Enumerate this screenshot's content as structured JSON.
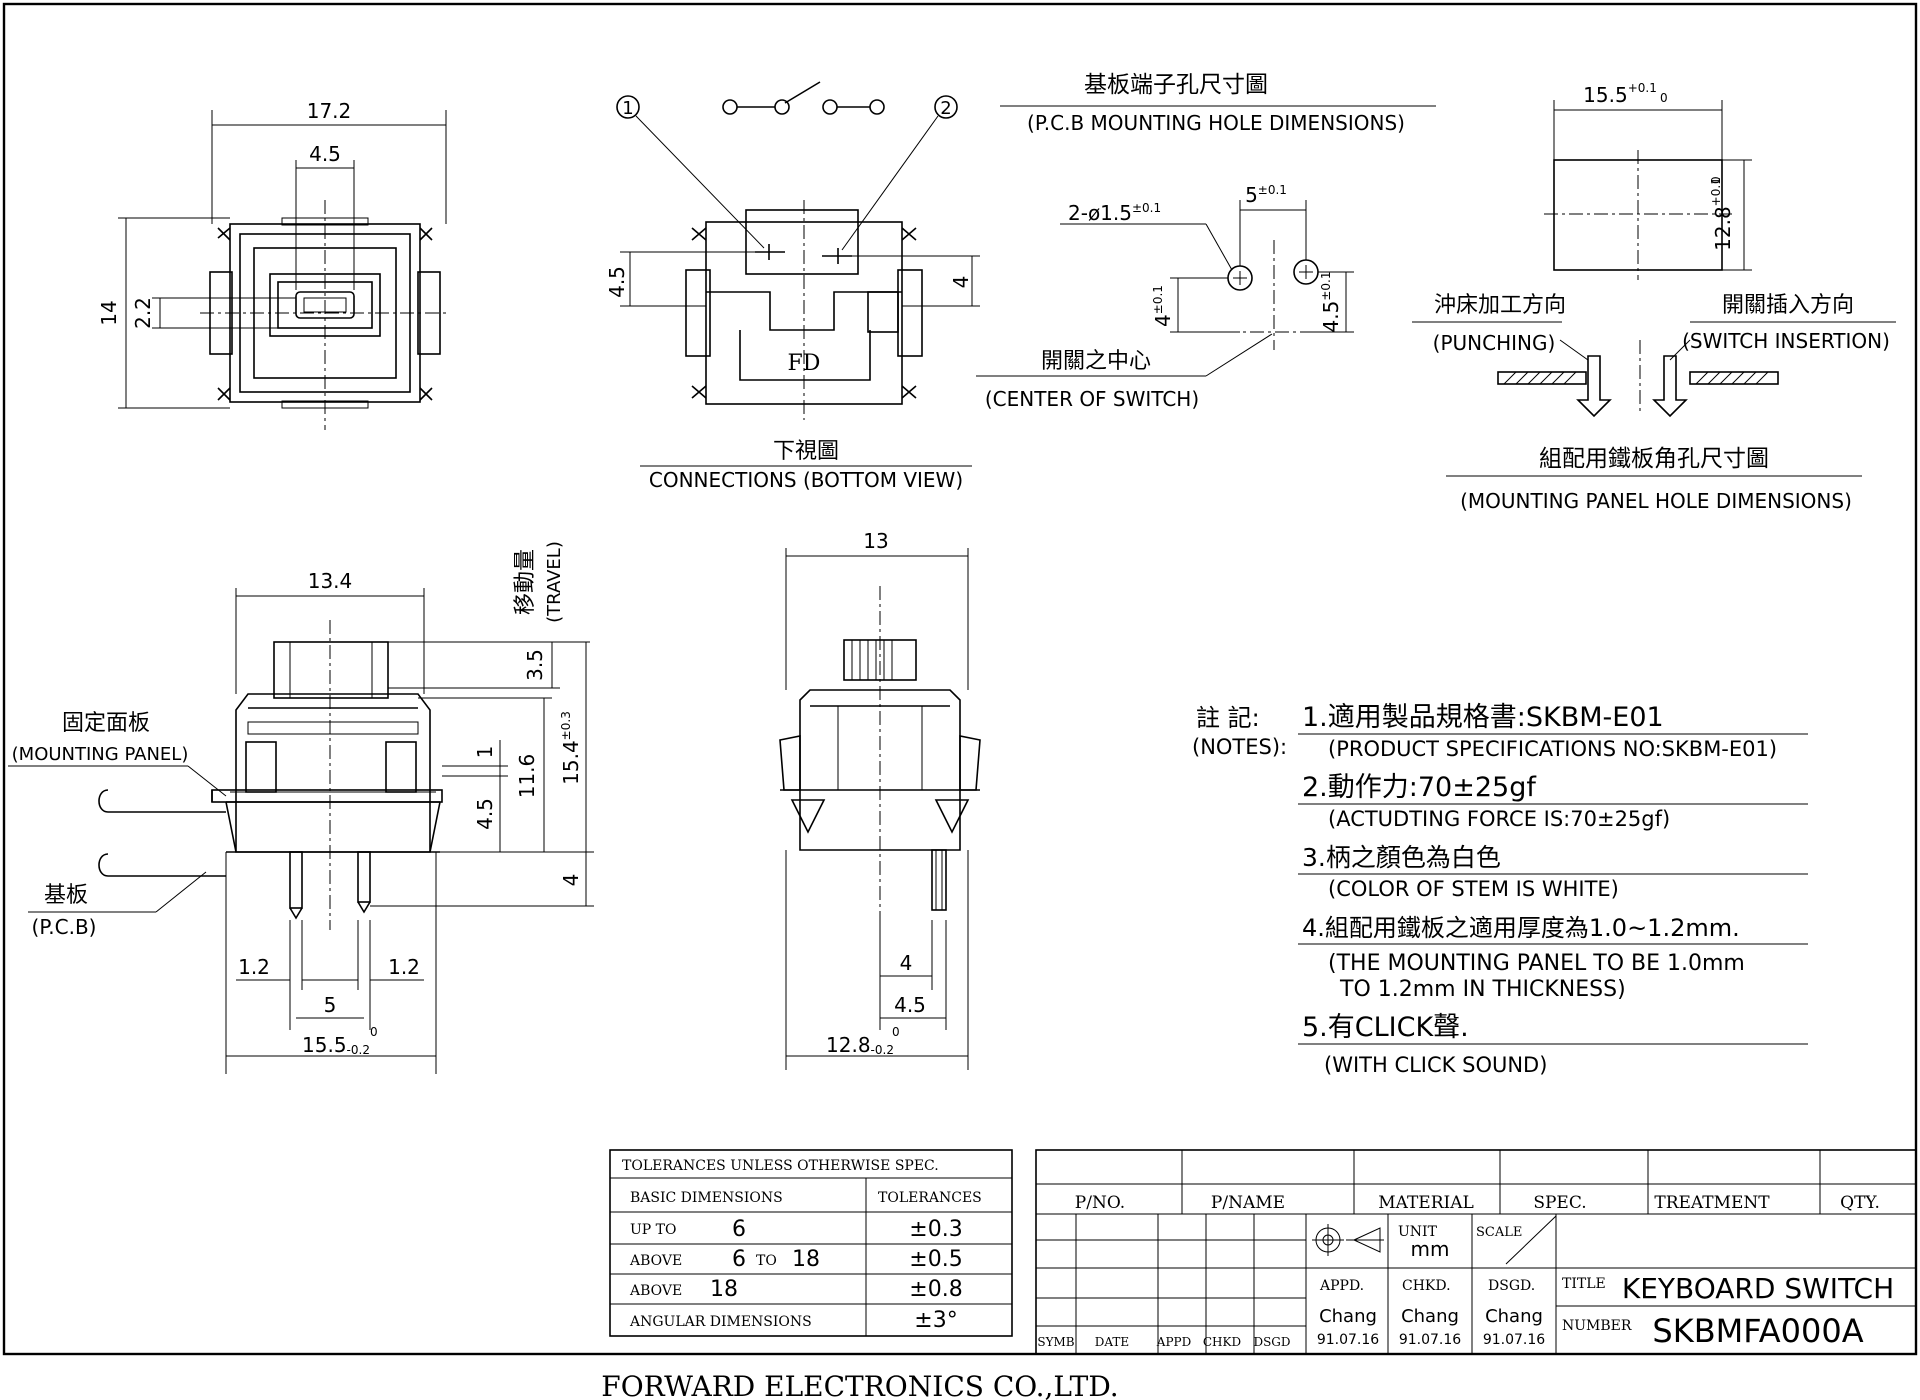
{
  "views": {
    "top": {
      "d_width": "17.2",
      "d_stem": "4.5",
      "d_height": "14",
      "d_stem_h": "2.2"
    },
    "bottom": {
      "pin1": "1",
      "pin2": "2",
      "d_left": "4.5",
      "d_right": "4",
      "marking": "FD",
      "caption_cn": "下視圖",
      "caption_en": "CONNECTIONS (BOTTOM VIEW)"
    },
    "pcb_hole": {
      "title_cn": "基板端子孔尺寸圖",
      "title_en": "(P.C.B MOUNTING HOLE DIMENSIONS)",
      "d_holes": "2-ø1.5",
      "d_holes_tol": "±0.1",
      "d_pitch": "5",
      "d_pitch_tol": "±0.1",
      "d_v1": "4",
      "d_v1_tol": "±0.1",
      "d_v2": "4.5",
      "d_v2_tol": "±0.1",
      "center_cn": "開關之中心",
      "center_en": "(CENTER OF SWITCH)"
    },
    "panel_hole": {
      "d_w": "15.5",
      "d_w_tol_up": "+0.1",
      "d_w_tol_lo": "0",
      "d_h": "12.8",
      "d_h_tol_up": "+0.1",
      "d_h_tol_lo": "0",
      "punch_cn": "沖床加工方向",
      "punch_en": "(PUNCHING)",
      "insert_cn": "開關插入方向",
      "insert_en": "(SWITCH INSERTION)",
      "title_cn": "組配用鐵板角孔尺寸圖",
      "title_en": "(MOUNTING PANEL HOLE DIMENSIONS)"
    },
    "front": {
      "d_width": "13.4",
      "travel_cn": "移動量",
      "travel_en": "(TRAVEL)",
      "d_travel": "3.5",
      "d_total": "15.4",
      "d_total_tol": "±0.3",
      "d_body": "11.6",
      "d_1": "1",
      "d_45": "4.5",
      "d_pin": "4",
      "panel_cn": "固定面板",
      "panel_en": "(MOUNTING PANEL)",
      "pcb_cn": "基板",
      "pcb_en": "(P.C.B)",
      "d_12a": "1.2",
      "d_12b": "1.2",
      "d_5": "5",
      "d_base": "15.5",
      "d_base_tol_up": "0",
      "d_base_tol_lo": "-0.2"
    },
    "side": {
      "d_width": "13",
      "d_4": "4",
      "d_45": "4.5",
      "d_base": "12.8",
      "d_base_tol_up": "0",
      "d_base_tol_lo": "-0.2"
    }
  },
  "notes": {
    "label_cn": "註  記:",
    "label_en": "(NOTES):",
    "items": [
      {
        "cn": "1.適用製品規格書:SKBM-E01",
        "en": "(PRODUCT SPECIFICATIONS NO:SKBM-E01)"
      },
      {
        "cn": "2.動作力:70±25gf",
        "en": "(ACTUDTING FORCE IS:70±25gf)"
      },
      {
        "cn": "3.柄之顏色為白色",
        "en": "(COLOR OF STEM IS WHITE)"
      },
      {
        "cn": "4.組配用鐵板之適用厚度為1.0~1.2mm.",
        "en": "(THE MOUNTING PANEL TO BE 1.0mm",
        "en2": "TO 1.2mm IN THICKNESS)"
      },
      {
        "cn": "5.有CLICK聲.",
        "en": "(WITH CLICK SOUND)"
      }
    ]
  },
  "tolerances": {
    "title": "TOLERANCES UNLESS OTHERWISE SPEC.",
    "col1": "BASIC DIMENSIONS",
    "col2": "TOLERANCES",
    "rows": [
      {
        "label": "UP TO",
        "v1": "6",
        "mid": "",
        "v2": "",
        "tol": "±0.3"
      },
      {
        "label": "ABOVE",
        "v1": "6",
        "mid": "TO",
        "v2": "18",
        "tol": "±0.5"
      },
      {
        "label": "ABOVE",
        "v1": "18",
        "mid": "",
        "v2": "",
        "tol": "±0.8"
      },
      {
        "label": "ANGULAR DIMENSIONS",
        "v1": "",
        "mid": "",
        "v2": "",
        "tol": "±3°"
      }
    ]
  },
  "title_block": {
    "headers": [
      "P/NO.",
      "P/NAME",
      "MATERIAL",
      "SPEC.",
      "TREATMENT",
      "QTY."
    ],
    "rev_headers": [
      "SYMB",
      "DATE",
      "APPD",
      "CHKD",
      "DSGD"
    ],
    "unit_label": "UNIT",
    "unit": "mm",
    "scale_label": "SCALE",
    "appd_label": "APPD.",
    "chkd_label": "CHKD.",
    "dsgd_label": "DSGD.",
    "appd_name": "Chang",
    "chkd_name": "Chang",
    "dsgd_name": "Chang",
    "appd_date": "91.07.16",
    "chkd_date": "91.07.16",
    "dsgd_date": "91.07.16",
    "title_label": "TITLE",
    "title": "KEYBOARD SWITCH",
    "number_label": "NUMBER",
    "number": "SKBMFA000A"
  },
  "company": "FORWARD ELECTRONICS CO.,LTD."
}
